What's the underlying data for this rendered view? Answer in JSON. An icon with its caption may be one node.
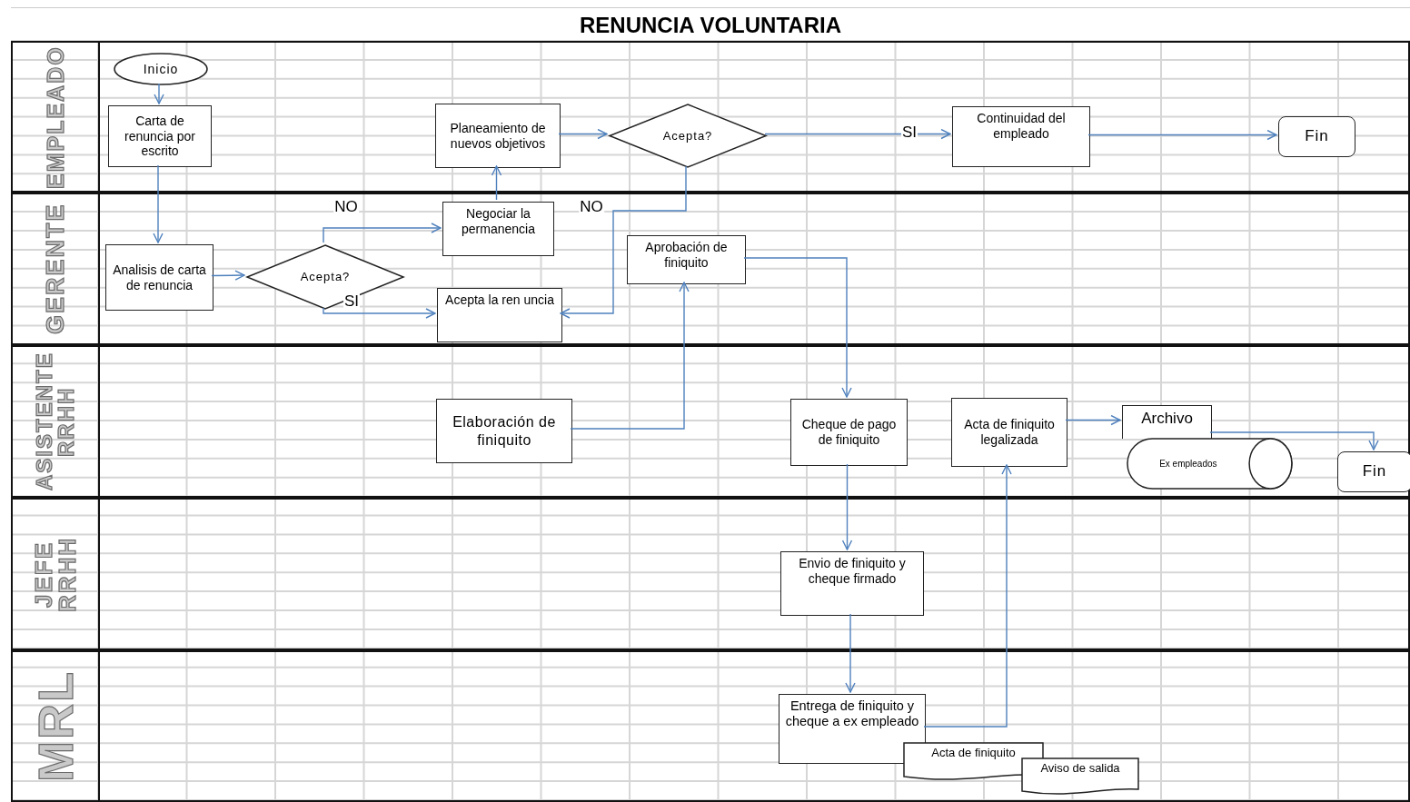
{
  "diagram": {
    "title": "RENUNCIA VOLUNTARIA",
    "nodes": [
      {
        "text": [
          "EMPLEADO"
        ]
      },
      {
        "text": [
          "Inicio"
        ],
        "in": 0
      },
      {
        "text": [
          "Carta de renuncia por escrito"
        ],
        "in": 0
      },
      {
        "text": [
          "Planeamiento de nuevos objetivos"
        ],
        "in": 0
      },
      {
        "text": [
          "Acepta?"
        ],
        "in": 0
      },
      {
        "text": [
          "Continuidad del empleado"
        ],
        "in": 0
      },
      {
        "text": [
          "Fin"
        ],
        "in": 0
      },
      {
        "text": [
          "GERENTE"
        ]
      },
      {
        "text": [
          "Analisis de carta de renuncia"
        ],
        "in": 7
      },
      {
        "text": [
          "Acepta?"
        ],
        "in": 7
      },
      {
        "text": [
          "Negociar la permanencia"
        ],
        "in": 7
      },
      {
        "text": [
          "Acepta la ren uncia"
        ],
        "in": 7
      },
      {
        "text": [
          "Aprobación de finiquito"
        ],
        "in": 7
      },
      {
        "text": [
          "ASISTENTE RRHH"
        ]
      },
      {
        "text": [
          "Elaboración de finiquito"
        ],
        "in": 13
      },
      {
        "text": [
          "Cheque de pago de finiquito"
        ],
        "in": 13
      },
      {
        "text": [
          "Acta de finiquito legalizada"
        ],
        "in": 13
      },
      {
        "text": [
          "Archivo"
        ],
        "in": 13
      },
      {
        "text": [
          "Ex empleados"
        ],
        "in": 13
      },
      {
        "text": [
          "Fin"
        ],
        "in": 13
      },
      {
        "text": [
          "JEFE RRHH"
        ]
      },
      {
        "text": [
          "Envio de finiquito y cheque firmado"
        ],
        "in": 20
      },
      {
        "text": [
          "MRL"
        ]
      },
      {
        "text": [
          "Entrega de finiquito y cheque a ex empleado"
        ],
        "in": 22
      },
      {
        "text": [
          "Acta de finiquito"
        ],
        "in": 22
      },
      {
        "text": [
          "Aviso de salida"
        ],
        "in": 22
      }
    ],
    "edges": [
      {
        "from": 1,
        "to": 2,
        "arrow": "to"
      },
      {
        "from": 2,
        "to": 8,
        "arrow": "to"
      },
      {
        "from": 8,
        "to": 9,
        "arrow": "to"
      },
      {
        "from": 9,
        "to": 10,
        "arrow": "to",
        "label": "NO"
      },
      {
        "from": 9,
        "to": 11,
        "arrow": "to",
        "label": "SI"
      },
      {
        "from": 10,
        "to": 3,
        "arrow": "to"
      },
      {
        "from": 3,
        "to": 4,
        "arrow": "to"
      },
      {
        "from": 4,
        "to": 5,
        "arrow": "to",
        "label": "SI"
      },
      {
        "from": 5,
        "to": 6,
        "arrow": "to"
      },
      {
        "from": 4,
        "to": 11,
        "arrow": "to",
        "label": "NO"
      },
      {
        "from": 14,
        "to": 12,
        "arrow": "to"
      },
      {
        "from": 12,
        "to": 15,
        "arrow": "to"
      },
      {
        "from": 15,
        "to": 21,
        "arrow": "to"
      },
      {
        "from": 21,
        "to": 23,
        "arrow": "to"
      },
      {
        "from": 23,
        "to": 16,
        "arrow": "to"
      },
      {
        "from": 16,
        "to": 17,
        "arrow": "to"
      },
      {
        "from": 17,
        "to": 19,
        "arrow": "to"
      }
    ]
  }
}
